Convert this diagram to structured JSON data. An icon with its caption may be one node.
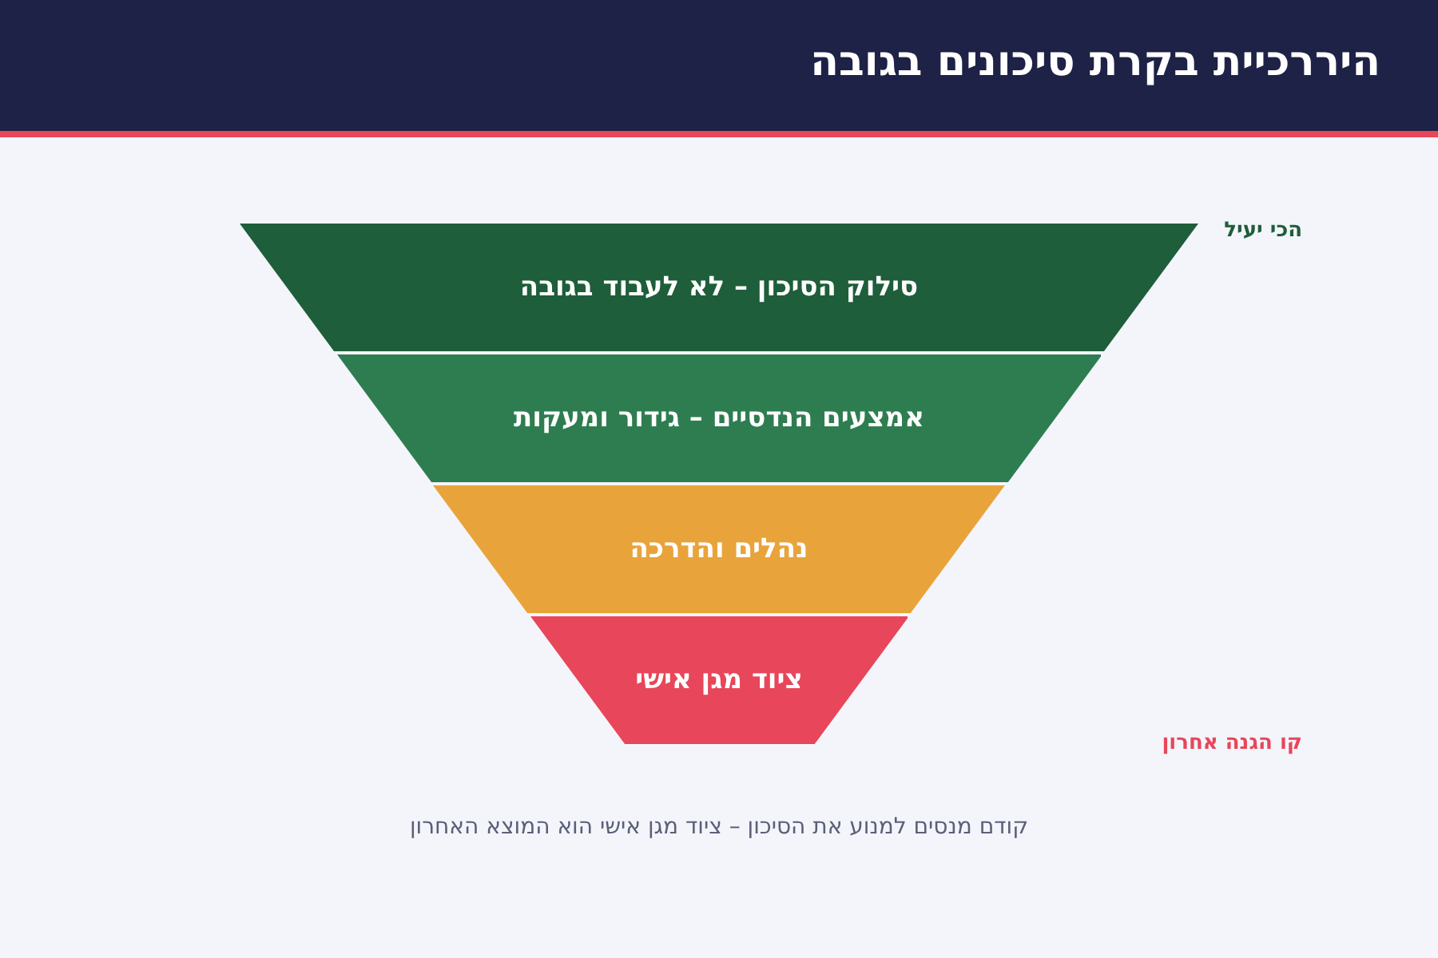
{
  "diagram": {
    "title": "היררכיית בקרת סיכונים בגובה",
    "caption": "קודם מנסים למנוע את הסיכון – ציוד מגן אישי הוא המוצא האחרון",
    "nodes": [
      {
        "text": [
          "סילוק הסיכון – לא לעבוד בגובה"
        ]
      },
      {
        "text": [
          "אמצעים הנדסיים – גידור ומעקות"
        ]
      },
      {
        "text": [
          "נהלים והדרכה"
        ]
      },
      {
        "text": [
          "ציוד מגן אישי"
        ]
      }
    ],
    "labels": [
      "הכי יעיל",
      "קו הגנה אחרון"
    ]
  }
}
